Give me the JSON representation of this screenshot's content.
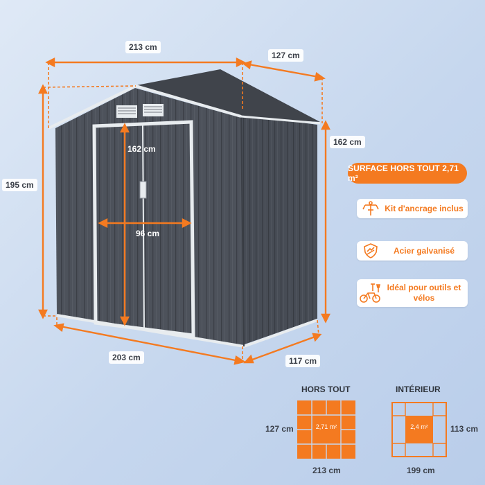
{
  "dimensions": {
    "width_total": "213 cm",
    "depth_total": "127 cm",
    "height_total": "195 cm",
    "wall_height": "162 cm",
    "door_height": "162 cm",
    "door_width": "96 cm",
    "base_width": "203 cm",
    "base_depth": "117 cm"
  },
  "surface_badge": "SURFACE HORS TOUT 2,71 m²",
  "features": [
    {
      "icon": "anchor-kit-icon",
      "text": "Kit d'ancrage inclus"
    },
    {
      "icon": "galvanized-shield-icon",
      "text": "Acier galvanisé"
    },
    {
      "icon": "tools-bike-icon",
      "text": "Idéal pour outils et vélos"
    }
  ],
  "footprint": {
    "outer": {
      "title": "HORS TOUT",
      "area": "2,71 m²",
      "depth": "127 cm",
      "width": "213 cm"
    },
    "inner": {
      "title": "INTÉRIEUR",
      "area": "2,4 m²",
      "depth": "113 cm",
      "width": "199 cm"
    }
  },
  "colors": {
    "accent": "#f47a20",
    "shed": "#4d525b",
    "trim": "#e8ecef"
  }
}
